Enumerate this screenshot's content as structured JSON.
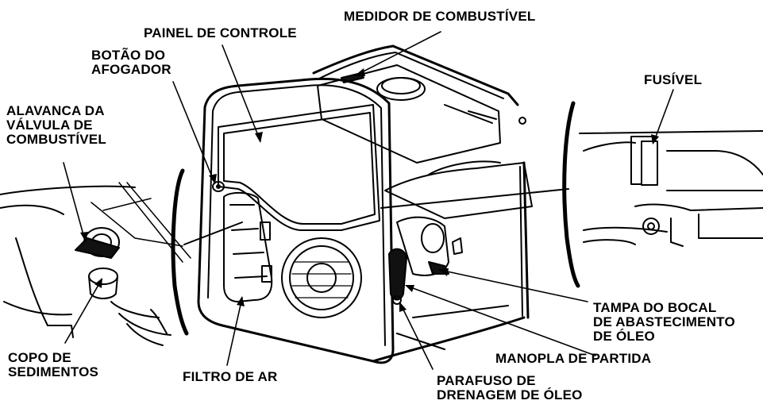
{
  "labels": {
    "fuel_gauge": [
      "MEDIDOR DE COMBUSTÍVEL"
    ],
    "control_panel": [
      "PAINEL DE CONTROLE"
    ],
    "choke_button": [
      "BOTÃO DO",
      "AFOGADOR"
    ],
    "fuse": [
      "FUSÍVEL"
    ],
    "fuel_valve_lever": [
      "ALAVANCA DA",
      "VÁLVULA DE",
      "COMBUSTÍVEL"
    ],
    "sediment_cup": [
      "COPO DE",
      "SEDIMENTOS"
    ],
    "air_filter": [
      "FILTRO DE AR"
    ],
    "oil_filler_cap": [
      "TAMPA DO BOCAL",
      "DE ABASTECIMENTO",
      "DE ÓLEO"
    ],
    "starter_grip": [
      "MANOPLA DE PARTIDA"
    ],
    "oil_drain_bolt": [
      "PARAFUSO DE",
      "DRENAGEM DE ÓLEO"
    ]
  },
  "colors": {
    "ink": "#000000",
    "paper": "#ffffff"
  }
}
